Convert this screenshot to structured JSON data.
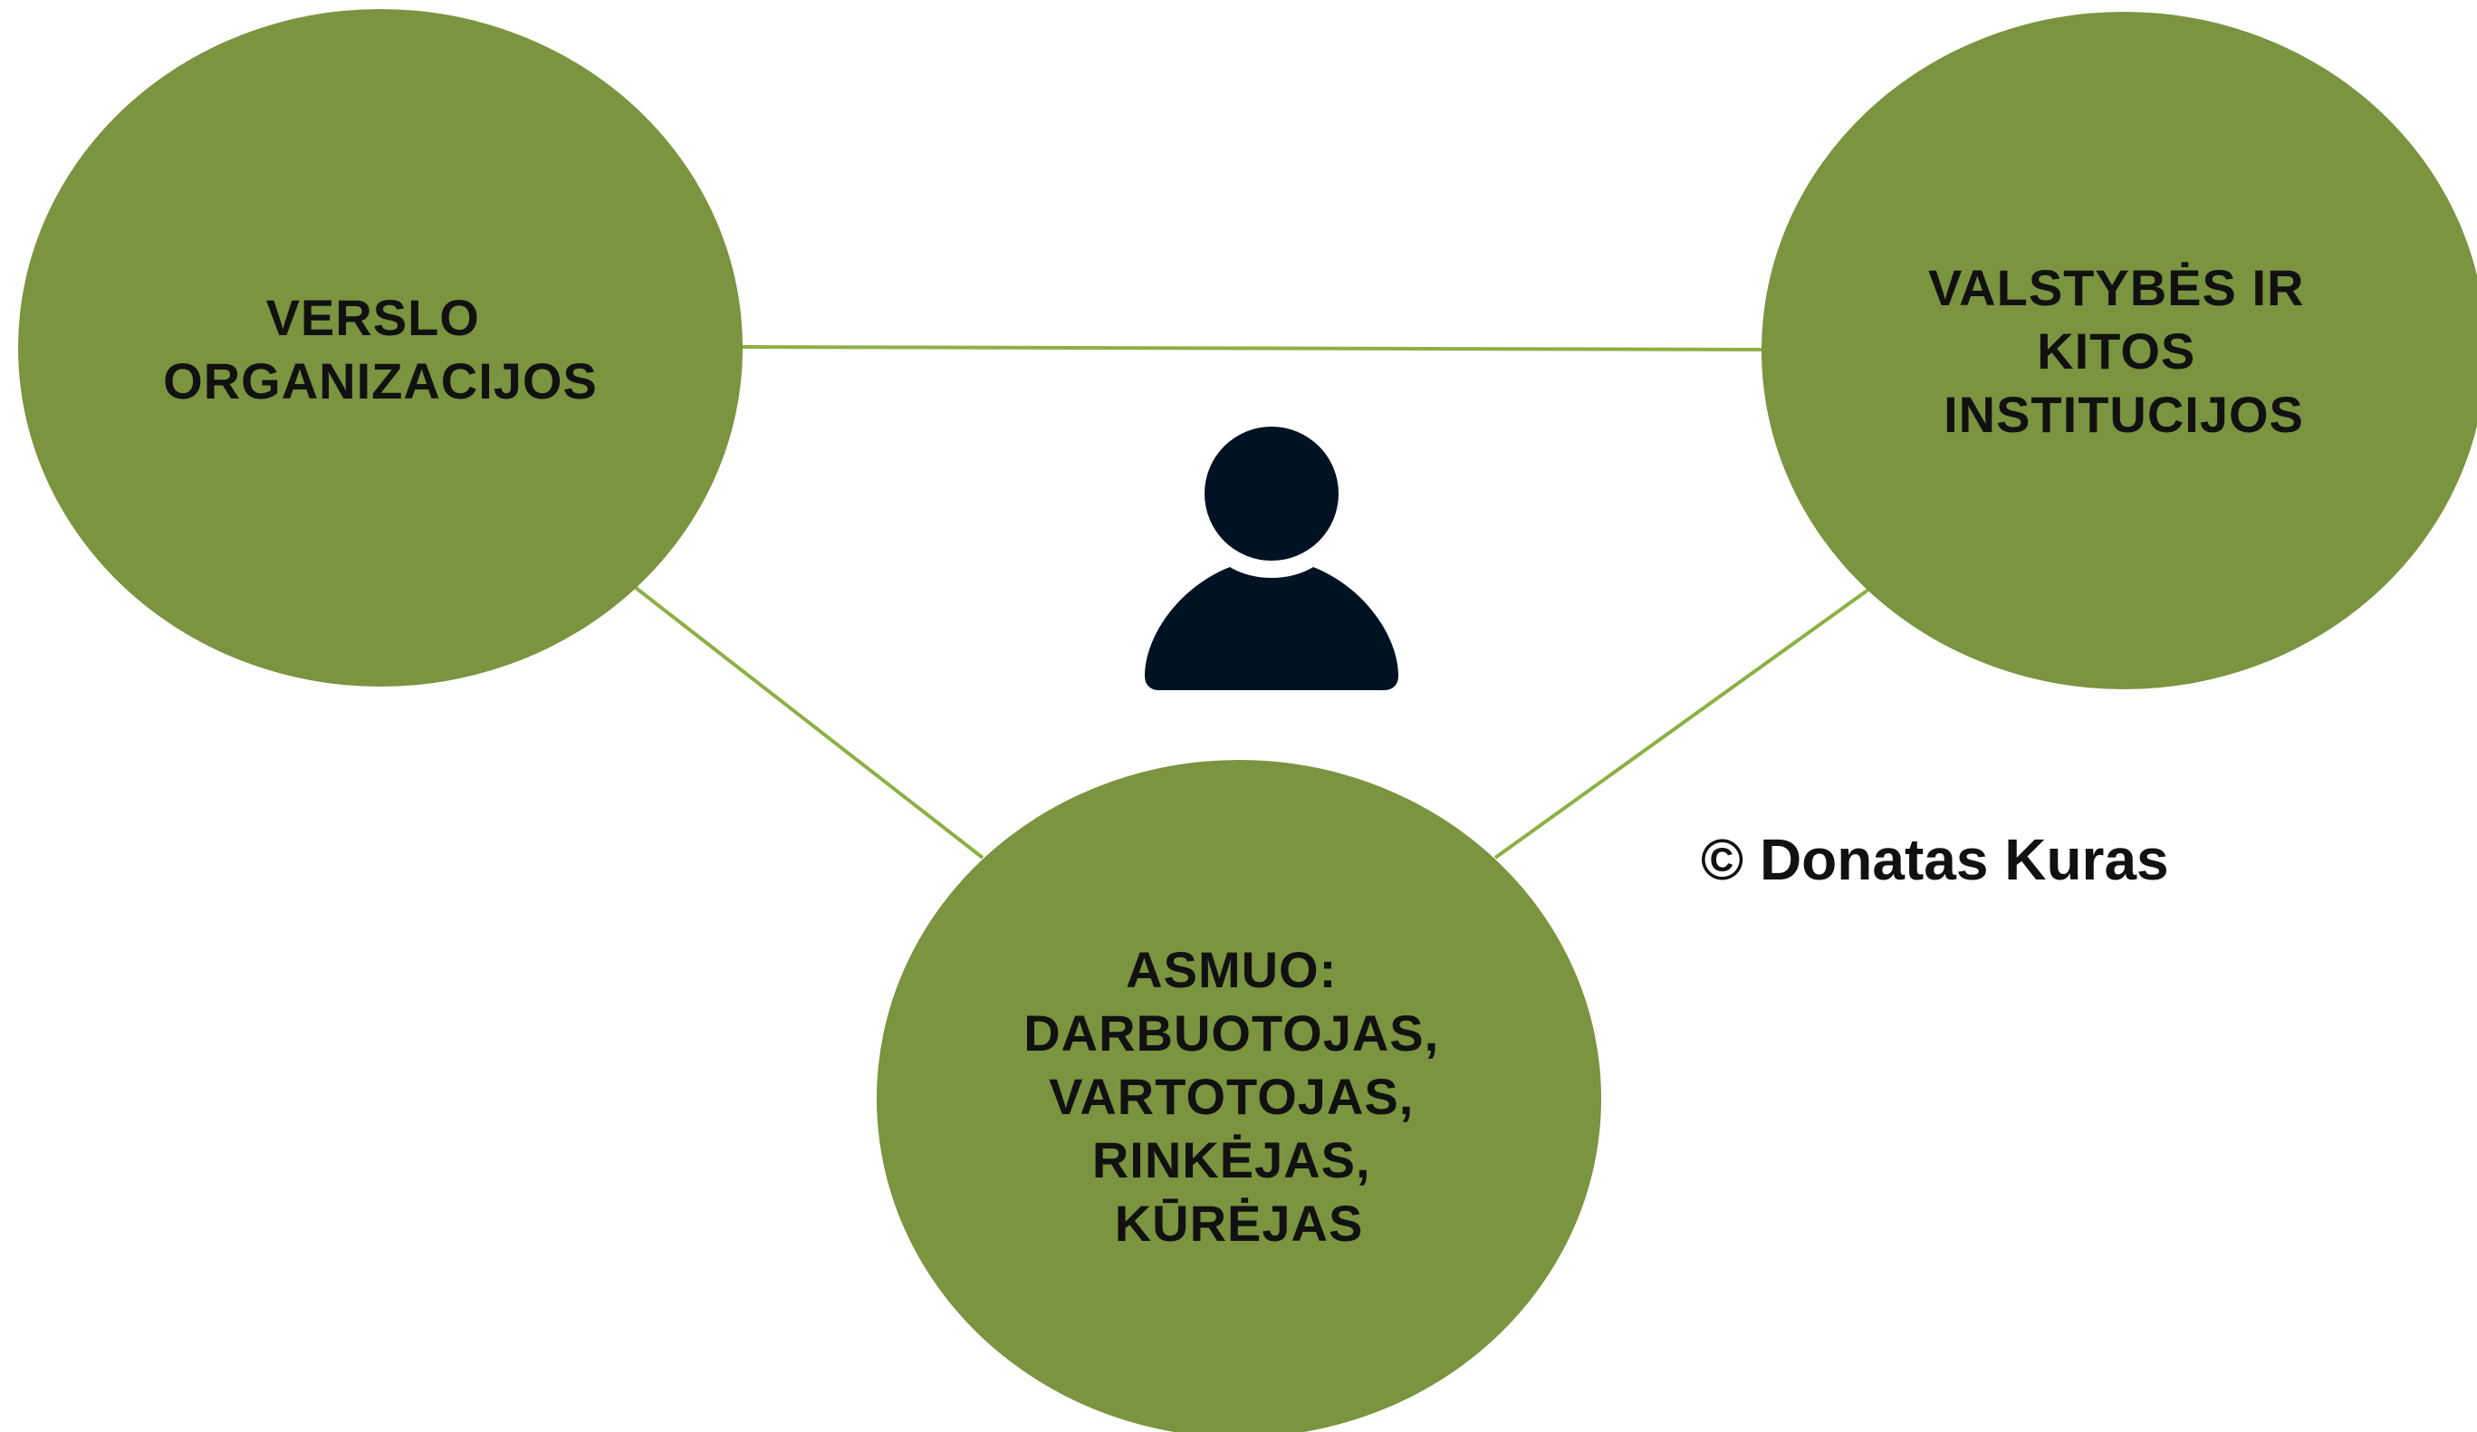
{
  "colors": {
    "node_fill": "#7a943f",
    "connector": "#8cb043",
    "text": "#111111",
    "person_icon": "#011222",
    "background": "#ffffff"
  },
  "nodes": {
    "business": {
      "lines": [
        "VERSLO",
        "ORGANIZACIJOS"
      ]
    },
    "state": {
      "lines": [
        "VALSTYBĖS IR",
        "KITOS",
        "INSTITUCIJOS"
      ]
    },
    "person": {
      "lines": [
        "ASMUO:",
        "DARBUOTOJAS,",
        "VARTOTOJAS,",
        "RINKĖJAS,",
        "KŪRĖJAS"
      ]
    }
  },
  "center_icon": "person-icon",
  "credit": "© Donatas Kuras"
}
